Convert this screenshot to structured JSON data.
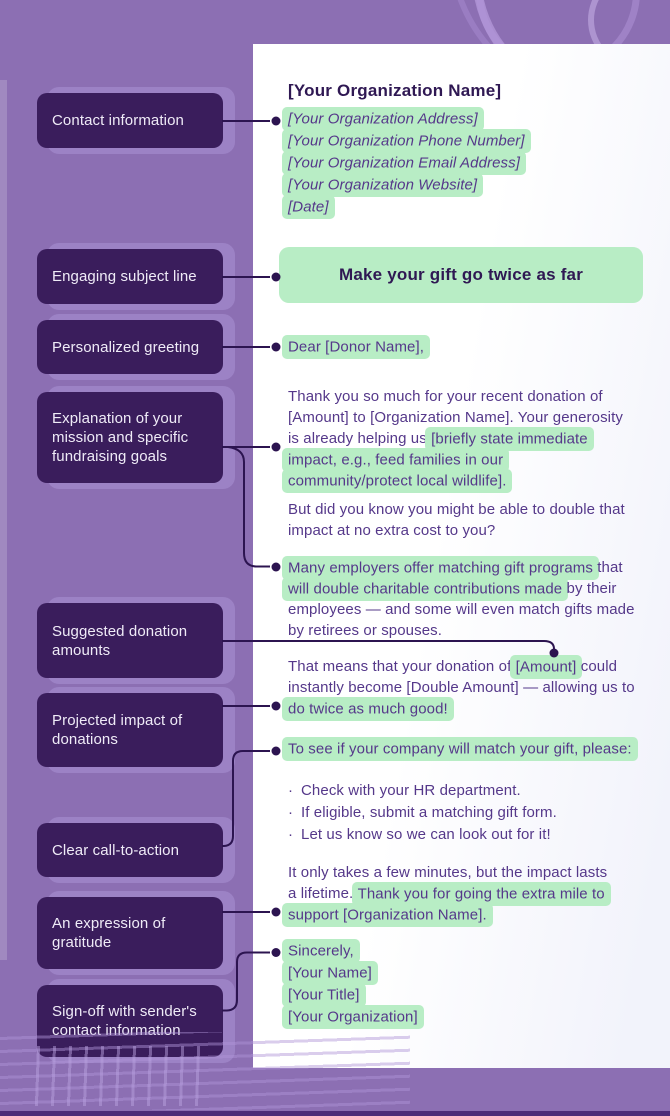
{
  "labels": [
    "Contact information",
    "Engaging subject line",
    "Personalized greeting",
    "Explanation of your mission and specific fundraising goals",
    "Suggested donation amounts",
    "Projected impact of donations",
    "Clear call-to-action",
    "An expression of gratitude",
    "Sign-off with sender's contact information"
  ],
  "colors": {
    "background": "#8C6FB3",
    "label_box": "#3A1D5C",
    "label_shadow": "#9C82C5",
    "highlight_green": "#B8EDC5",
    "body_text": "#55388A",
    "dark_text": "#2F1853",
    "connector": "#2C1450",
    "page": "#FFFFFF"
  },
  "letter": {
    "heading": "[Your Organization Name]",
    "subject": "Make your gift go twice as far",
    "blocks": {
      "contact": [
        [
          {
            "t": "[Your Organization Address]",
            "hl": true
          }
        ],
        [
          {
            "t": "[Your Organization Phone Number]",
            "hl": true
          }
        ],
        [
          {
            "t": "[Your Organization Email Address]",
            "hl": true
          }
        ],
        [
          {
            "t": "[Your Organization Website]",
            "hl": true
          }
        ],
        [
          {
            "t": "[Date]",
            "hl": true
          }
        ]
      ],
      "greeting": [
        [
          {
            "t": "Dear [Donor Name],",
            "hl": true
          }
        ]
      ],
      "p1": [
        [
          {
            "t": "Thank you so much for your recent donation of"
          }
        ],
        [
          {
            "t": "[Amount] to [Organization Name]. Your generosity"
          }
        ],
        [
          {
            "t": "is already helping us "
          },
          {
            "t": "[briefly state immediate",
            "hl": true
          }
        ],
        [
          {
            "t": "impact, e.g., feed families in our",
            "hl": true
          }
        ],
        [
          {
            "t": "community/protect local wildlife].",
            "hl": true
          }
        ]
      ],
      "p2": [
        [
          {
            "t": "But did you know you might be able to double that"
          }
        ],
        [
          {
            "t": "impact at no extra cost to you?"
          }
        ]
      ],
      "p3": [
        [
          {
            "t": "Many employers offer matching gift programs",
            "hl": true
          },
          {
            "t": " that"
          }
        ],
        [
          {
            "t": "will double charitable contributions made",
            "hl": true
          },
          {
            "t": " by their"
          }
        ],
        [
          {
            "t": "employees — and some will even match gifts made"
          }
        ],
        [
          {
            "t": "by retirees or spouses."
          }
        ]
      ],
      "p4": [
        [
          {
            "t": "That means that your donation of "
          },
          {
            "t": "[Amount]",
            "hl": true
          },
          {
            "t": " could"
          }
        ],
        [
          {
            "t": "instantly become [Double Amount] — allowing us to"
          }
        ],
        [
          {
            "t": "do twice as much good!",
            "hl": true
          }
        ]
      ],
      "cta": [
        [
          {
            "t": "To see if your company will match your gift, please:",
            "hl": true
          }
        ]
      ],
      "bullets": [
        [
          {
            "t": "·",
            "cls": "bullet"
          },
          {
            "t": "Check with your HR department."
          }
        ],
        [
          {
            "t": "·",
            "cls": "bullet"
          },
          {
            "t": "If eligible, submit a matching gift form."
          }
        ],
        [
          {
            "t": "·",
            "cls": "bullet"
          },
          {
            "t": "Let us know so we can look out for it!"
          }
        ]
      ],
      "closing": [
        [
          {
            "t": "It only takes a few minutes, but the impact lasts"
          }
        ],
        [
          {
            "t": "a lifetime. "
          },
          {
            "t": "Thank you for going the extra mile to",
            "hl": true
          }
        ],
        [
          {
            "t": "support [Organization Name].",
            "hl": true
          }
        ]
      ],
      "signoff": [
        [
          {
            "t": "Sincerely,",
            "hl": true
          }
        ],
        [
          {
            "t": "[Your Name]",
            "hl": true
          }
        ],
        [
          {
            "t": "[Your Title]",
            "hl": true
          }
        ],
        [
          {
            "t": "[Your Organization]",
            "hl": true
          }
        ]
      ]
    }
  }
}
